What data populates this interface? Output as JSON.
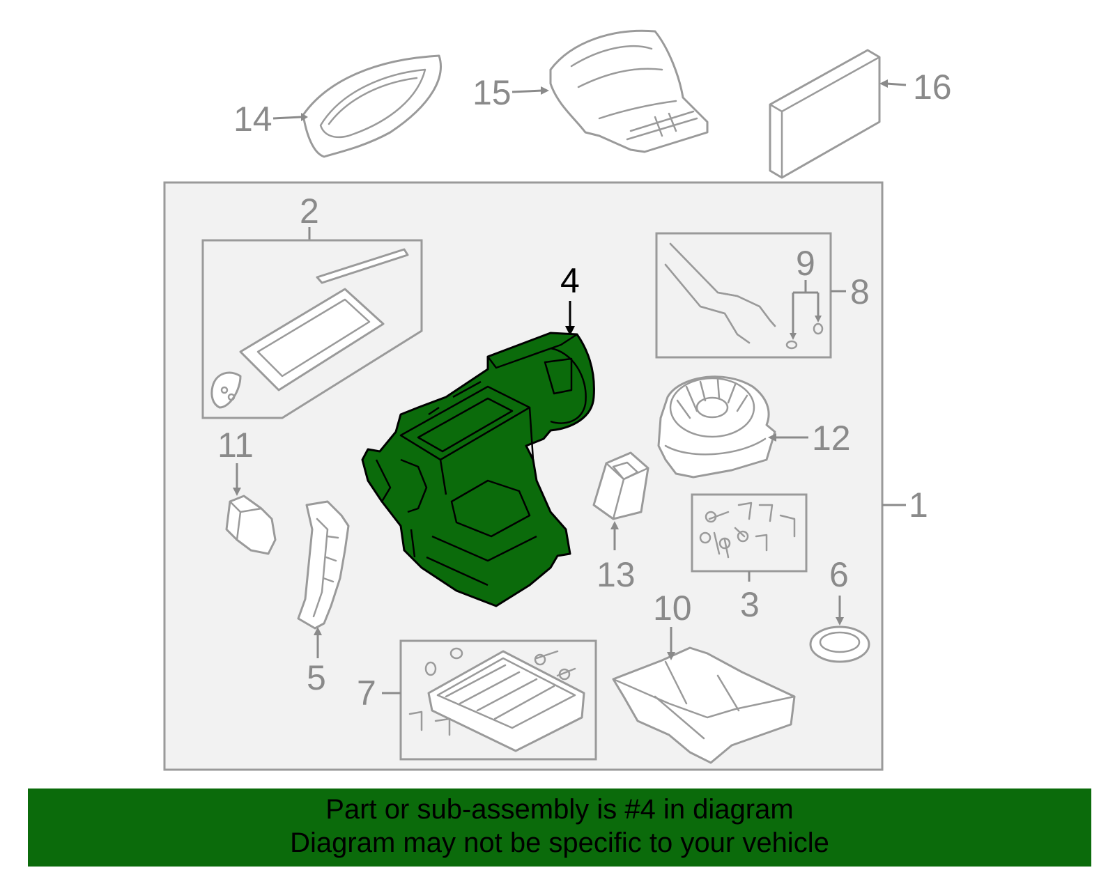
{
  "callouts": {
    "c1": "1",
    "c2": "2",
    "c3": "3",
    "c4": "4",
    "c5": "5",
    "c6": "6",
    "c7": "7",
    "c8": "8",
    "c9": "9",
    "c10": "10",
    "c11": "11",
    "c12": "12",
    "c13": "13",
    "c14": "14",
    "c15": "15",
    "c16": "16"
  },
  "highlighted_part": "4",
  "colors": {
    "highlight_fill": "#0b6b0b",
    "line_gray": "#9a9a9a",
    "label_gray": "#8a8a8a",
    "footer_bg": "#0b6b0b"
  },
  "footer": {
    "line1": "Part or sub-assembly is #4 in diagram",
    "line2": "Diagram may not be specific to your vehicle"
  }
}
